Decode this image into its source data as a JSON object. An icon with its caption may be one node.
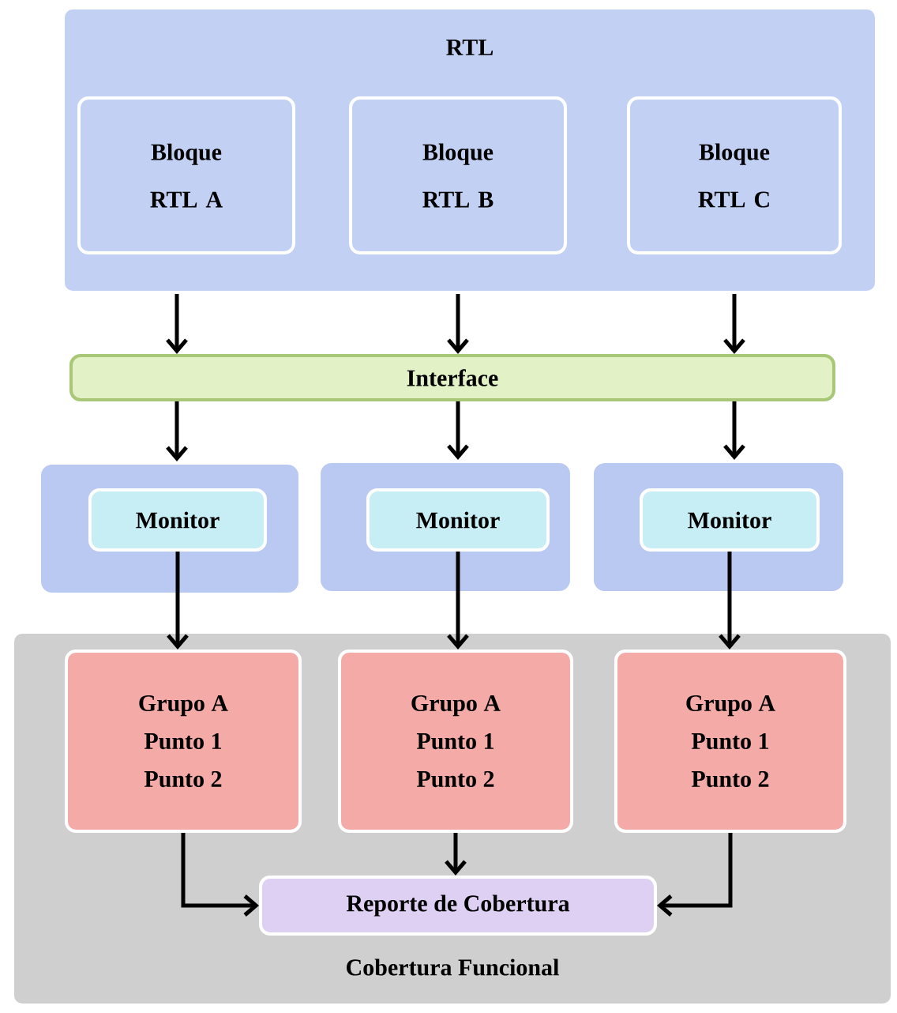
{
  "diagram": {
    "nodes": [
      {
        "text": [
          "RTL"
        ]
      },
      {
        "text": [
          "Bloque RTL A"
        ],
        "in": 0
      },
      {
        "text": [
          "Bloque RTL B"
        ],
        "in": 0
      },
      {
        "text": [
          "Bloque RTL C"
        ],
        "in": 0
      },
      {
        "text": [
          "Interface"
        ]
      },
      {
        "text": [],
        "shape": "box"
      },
      {
        "text": [
          "Monitor"
        ],
        "in": 5
      },
      {
        "text": [],
        "shape": "box"
      },
      {
        "text": [
          "Monitor"
        ],
        "in": 7
      },
      {
        "text": [],
        "shape": "box"
      },
      {
        "text": [
          "Monitor"
        ],
        "in": 9
      },
      {
        "text": [
          "Cobertura Funcional"
        ]
      },
      {
        "text": [
          "Grupo A",
          "Punto 1",
          "Punto 2"
        ],
        "in": 11
      },
      {
        "text": [
          "Grupo A",
          "Punto 1",
          "Punto 2"
        ],
        "in": 11
      },
      {
        "text": [
          "Grupo A",
          "Punto 1",
          "Punto 2"
        ],
        "in": 11
      },
      {
        "text": [
          "Reporte de Cobertura"
        ],
        "in": 11
      }
    ],
    "edges": [
      {
        "from": 0,
        "to": 4,
        "arrow": "to"
      },
      {
        "from": 0,
        "to": 4,
        "arrow": "to"
      },
      {
        "from": 0,
        "to": 4,
        "arrow": "to"
      },
      {
        "from": 4,
        "to": 5,
        "arrow": "to"
      },
      {
        "from": 4,
        "to": 7,
        "arrow": "to"
      },
      {
        "from": 4,
        "to": 9,
        "arrow": "to"
      },
      {
        "from": 6,
        "to": 12,
        "arrow": "to"
      },
      {
        "from": 8,
        "to": 13,
        "arrow": "to"
      },
      {
        "from": 10,
        "to": 14,
        "arrow": "to"
      },
      {
        "from": 12,
        "to": 15,
        "arrow": "to"
      },
      {
        "from": 13,
        "to": 15,
        "arrow": "to"
      },
      {
        "from": 14,
        "to": 15,
        "arrow": "to"
      }
    ]
  }
}
